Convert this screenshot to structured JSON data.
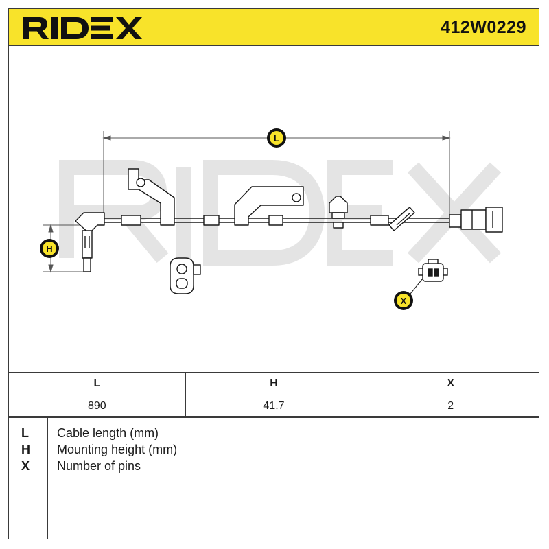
{
  "header": {
    "brand": "RIDEX",
    "part_number": "412W0229",
    "background_color": "#f8e32a"
  },
  "drawing": {
    "watermark": "RIDEX",
    "badges": {
      "length": "L",
      "height": "H",
      "pins": "X"
    }
  },
  "spec_table": {
    "columns": [
      "L",
      "H",
      "X"
    ],
    "values": [
      "890",
      "41.7",
      "2"
    ]
  },
  "legend": [
    {
      "key": "L",
      "description": "Cable length (mm)"
    },
    {
      "key": "H",
      "description": "Mounting height (mm)"
    },
    {
      "key": "X",
      "description": "Number of pins"
    }
  ]
}
